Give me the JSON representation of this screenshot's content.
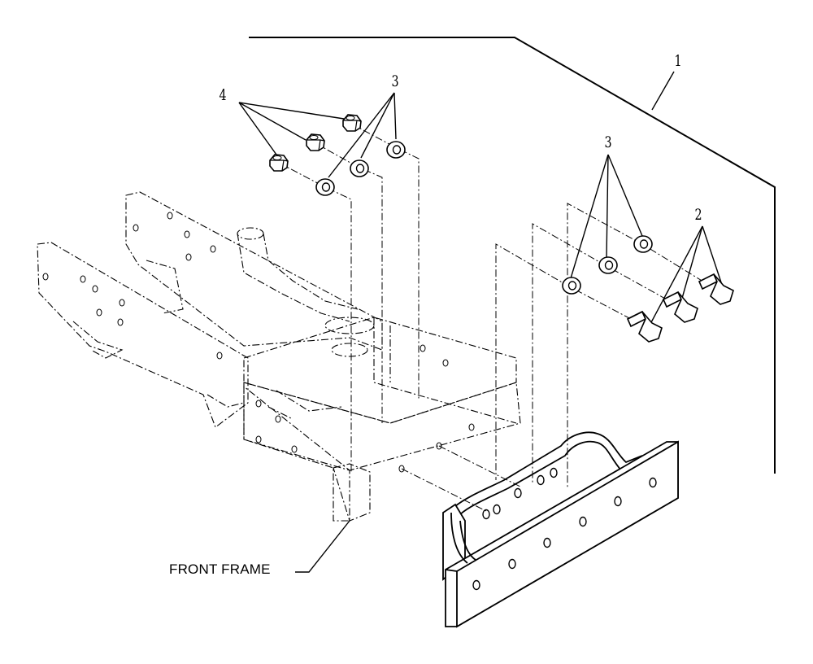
{
  "callouts": {
    "assembly": "1",
    "bolts": "2",
    "washers_top": "3",
    "washers_right": "3",
    "nuts": "4"
  },
  "labels": {
    "front_frame": "FRONT FRAME"
  },
  "colors": {
    "line": "#000000",
    "background": "#ffffff",
    "plate_face": "#ffffff"
  }
}
